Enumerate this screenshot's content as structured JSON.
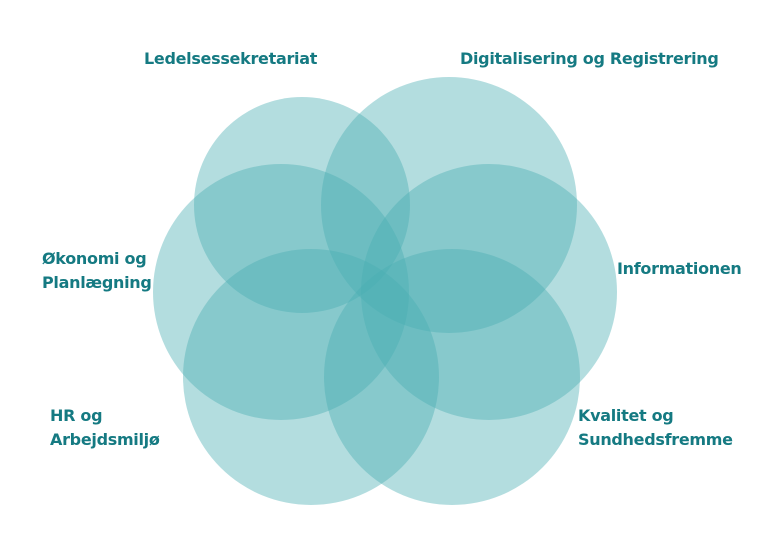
{
  "colors": {
    "circle_fill": "#49aeb3",
    "label_text": "#157a82",
    "background": "#ffffff"
  },
  "areas": [
    {
      "id": "ledelse",
      "lines": [
        "Ledelsessekretariat"
      ]
    },
    {
      "id": "digital",
      "lines": [
        "Digitalisering og Registrering"
      ]
    },
    {
      "id": "okonomi",
      "lines": [
        "Økonomi og",
        "Planlægning"
      ]
    },
    {
      "id": "info",
      "lines": [
        "Informationen"
      ]
    },
    {
      "id": "hr",
      "lines": [
        "HR og",
        "Arbejdsmiljø"
      ]
    },
    {
      "id": "kvalitet",
      "lines": [
        "Kvalitet og",
        "Sundhedsfremme"
      ]
    }
  ]
}
